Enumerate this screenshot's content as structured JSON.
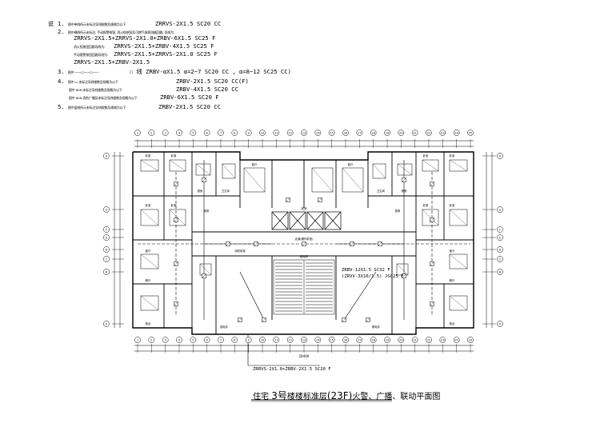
{
  "notes": {
    "title_mark": "说",
    "lines": [
      {
        "n": "1.",
        "desc": "图中单线所示未标注导线根数及规格为以下",
        "spec": "ZRRVS-2X1.5  SC20  CC"
      },
      {
        "n": "2.",
        "desc": "图中横线所示未标注, 手动报警按钮, 消火栓按钮及可燃气体探测器回路, 导线为:",
        "spec": ""
      },
      {
        "n": "",
        "desc": "",
        "spec": "ZRRVS-2X1.5+ZRRVS-2X1.0+ZRBV-6X1.5   SC25  F"
      },
      {
        "n": "",
        "desc": "消火栓按钮回路导线为:",
        "spec": "ZRRVS-2X1.5+ZRBV-4X1.5  SC25  F"
      },
      {
        "n": "",
        "desc": "手动报警按钮回路导线为:",
        "spec": "ZRRVS-2X1.5+ZRRVS-2X1.0   SC25  F"
      },
      {
        "n": "",
        "desc": "",
        "spec": "ZRRVS-2X1.5+ZRBV-2X1.5"
      },
      {
        "n": "3.",
        "desc": "图中 ——☐——☐——",
        "spec": "☐ 线  ZRBV-αX1.5  α=2~7  SC20  CC ,  α=8~12   SC25  CC)"
      },
      {
        "n": "4.",
        "desc": "图中 ▭ 未标注导线根数及规格为以下",
        "spec": "ZRBV-2X1.5  SC20  CC(F)"
      },
      {
        "n": "",
        "desc": "图中 ⊞-⊞ 未标注导线根数及规格为以下",
        "spec": "ZRBV-4X1.5  SC20  CC"
      },
      {
        "n": "",
        "desc": "图中 ⊞-⊞ 消防广播及未标注导线根数及规格为以下",
        "spec": "ZRBV-6X1.5  SC20  F"
      },
      {
        "n": "5.",
        "desc": "图中虚线所示未标注导线根数及规格为以下",
        "spec": "ZRBV-2X1.5  SC20  CC"
      }
    ]
  },
  "plan": {
    "axes_top": [
      "1",
      "2",
      "3",
      "4",
      "5",
      "6",
      "7",
      "8",
      "9",
      "10",
      "11",
      "12",
      "13",
      "14",
      "15",
      "16",
      "17",
      "18",
      "19",
      "20",
      "21",
      "22",
      "23",
      "24",
      "25"
    ],
    "axes_bottom": [
      "1",
      "2",
      "3",
      "4",
      "5",
      "6",
      "7",
      "8",
      "9",
      "10",
      "11",
      "12",
      "13",
      "14",
      "15",
      "16",
      "17",
      "18",
      "19",
      "20",
      "21",
      "22",
      "23",
      "24",
      "25"
    ],
    "axes_left": [
      "H",
      "G",
      "F",
      "E",
      "D",
      "C",
      "B",
      "A"
    ],
    "axes_right": [
      "H",
      "G",
      "F",
      "E",
      "D",
      "C",
      "B",
      "A"
    ],
    "overall_dim": "28400",
    "callouts": {
      "cable_1": "ZRBV-12X1.5  SC32  F",
      "cable_2": "(ZRVV-3X10/1.5)  JSC25  F",
      "cable_3": "ZRRVS-2X1.0+ZRBV-2X1.5 SC20 F"
    },
    "room_labels": [
      "卧室",
      "卧室",
      "卧室",
      "卧室",
      "卧室",
      "卧室",
      "卧室",
      "卧室",
      "客厅",
      "客厅",
      "客厅",
      "客厅",
      "厨房",
      "厨房",
      "厨房",
      "厨房",
      "餐厅",
      "餐厅",
      "卫生间",
      "卫生间",
      "阳台",
      "阳台",
      "前室",
      "楼梯间",
      "走道(兼作前室)",
      "消防前室",
      "强电井",
      "弱电井"
    ]
  },
  "sheet_title": {
    "prefix": "住宅",
    "building": "3号",
    "mid": "楼楼标准层",
    "floor": "(23F)",
    "suffix": "火警、广播、联动平面图"
  },
  "colors": {
    "line": "#000000",
    "background": "#ffffff"
  }
}
